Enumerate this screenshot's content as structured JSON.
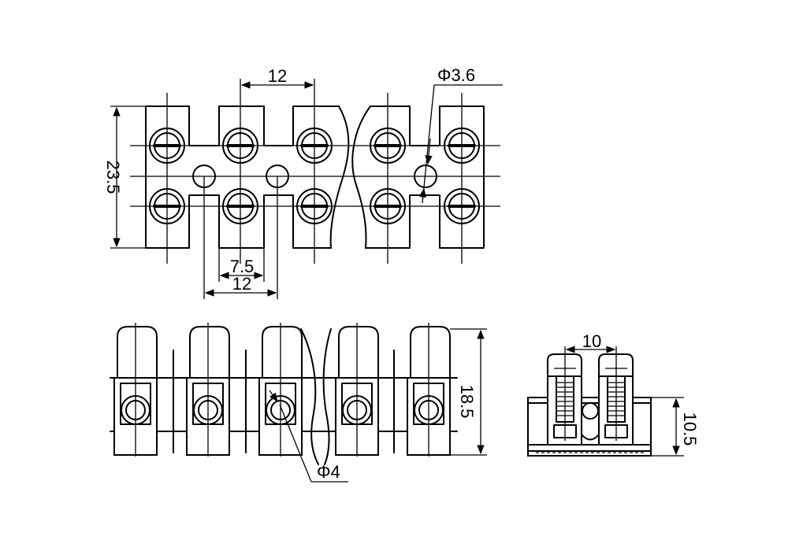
{
  "dimensions": {
    "top_pitch": "12",
    "hole_dia": "Φ3.6",
    "overall_height": "23.5",
    "slot_width": "7.5",
    "hole_pitch": "12",
    "side_height": "18.5",
    "screw_dia": "Φ4",
    "end_pitch": "10",
    "end_height": "10.5"
  },
  "colors": {
    "ink": "#000000",
    "paper": "#ffffff"
  }
}
